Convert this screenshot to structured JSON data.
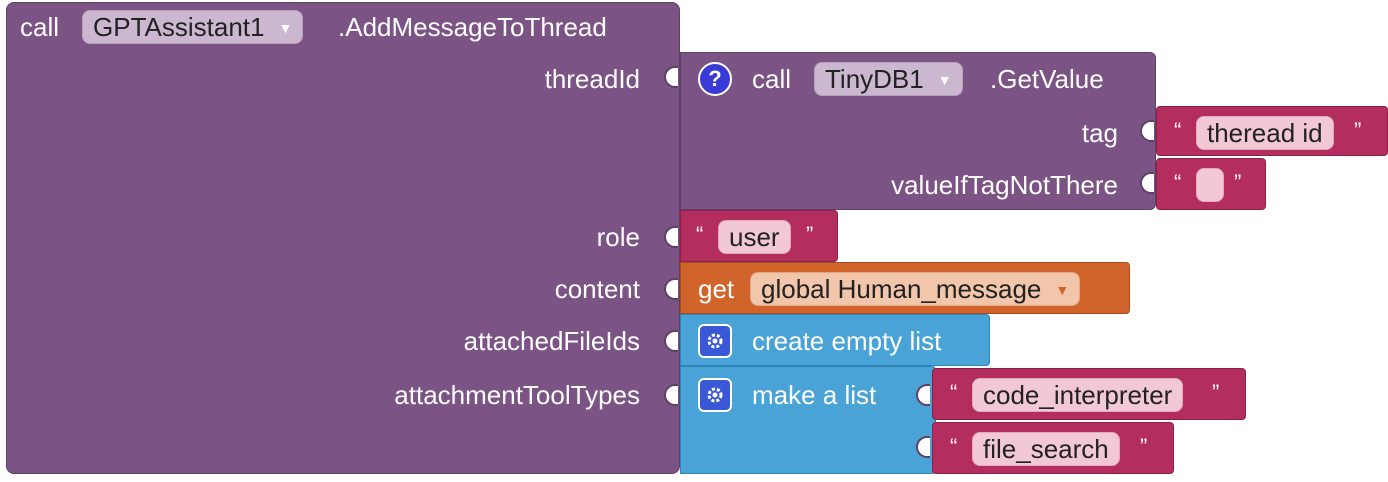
{
  "main_block": {
    "call_label": "call",
    "component": "GPTAssistant1",
    "method": ".AddMessageToThread",
    "params": {
      "threadId": "threadId",
      "role": "role",
      "content": "content",
      "attachedFileIds": "attachedFileIds",
      "attachmentToolTypes": "attachmentToolTypes"
    }
  },
  "tinydb_block": {
    "call_label": "call",
    "component": "TinyDB1",
    "method": ".GetValue",
    "tag_label": "tag",
    "tag_value": "theread id",
    "value_if_label": "valueIfTagNotThere",
    "value_if_value": ""
  },
  "role_block": {
    "value": "user"
  },
  "content_block": {
    "get_label": "get",
    "variable": "global Human_message"
  },
  "attached_block": {
    "label": "create empty list"
  },
  "tooltypes_block": {
    "label": "make a list",
    "items": [
      "code_interpreter",
      "file_search"
    ]
  },
  "glyphs": {
    "open_quote": "“",
    "close_quote": "”",
    "dropdown": "▼",
    "help": "?"
  },
  "colors": {
    "procedure": "#7c5385",
    "text": "#b32d5e",
    "variable": "#d0642b",
    "list": "#4aa3d6"
  }
}
